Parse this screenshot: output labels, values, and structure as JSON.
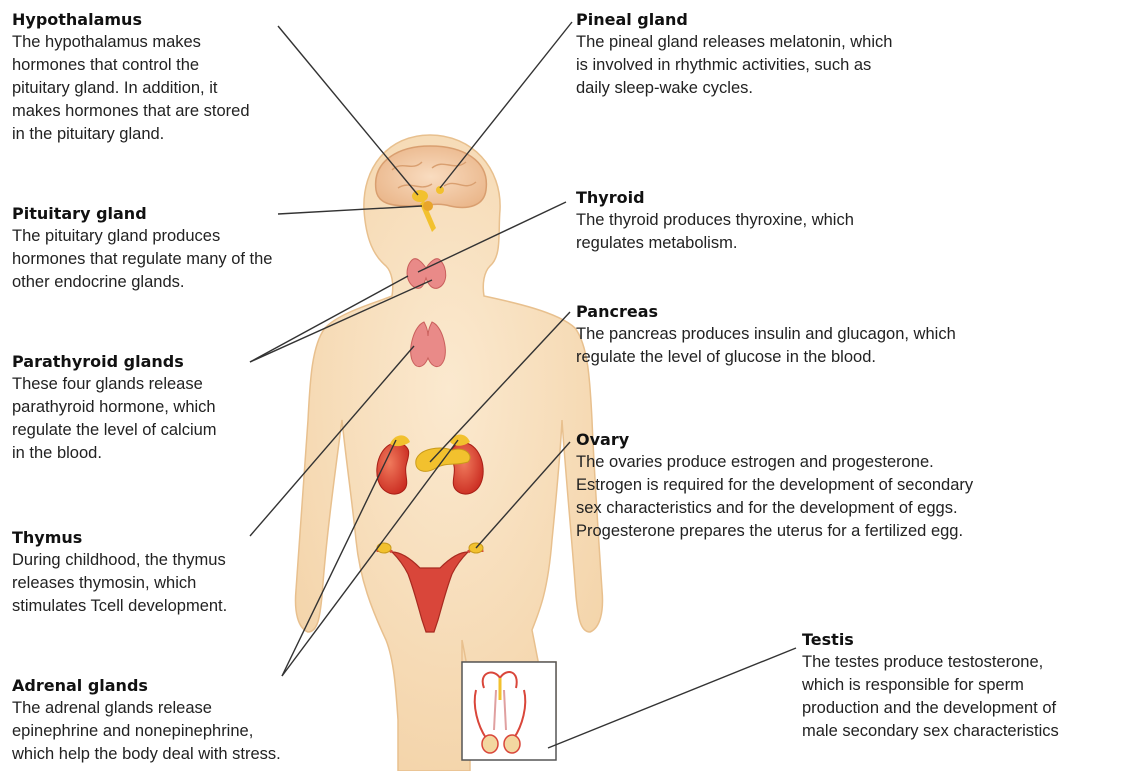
{
  "labels": {
    "hypothalamus": {
      "title": "Hypothalamus",
      "text": "The hypothalamus makes\nhormones that control the\npituitary gland.  In addition, it\nmakes hormones that are stored\nin the pituitary gland."
    },
    "pituitary": {
      "title": "Pituitary gland",
      "text": "The pituitary gland produces\nhormones that regulate many of the\nother endocrine glands."
    },
    "parathyroid": {
      "title": "Parathyroid glands",
      "text": "These four glands release\nparathyroid hormone, which\nregulate the level of calcium\nin the blood."
    },
    "thymus": {
      "title": "Thymus",
      "text": "During childhood, the thymus\nreleases thymosin, which\nstimulates Tcell development."
    },
    "adrenal": {
      "title": "Adrenal glands",
      "text": "The adrenal glands release\nepinephrine and nonepinephrine,\nwhich help the body deal with stress."
    },
    "pineal": {
      "title": "Pineal gland",
      "text": "The pineal gland releases melatonin, which\nis involved in rhythmic activities, such as\ndaily sleep-wake cycles."
    },
    "thyroid": {
      "title": "Thyroid",
      "text": "The thyroid produces thyroxine, which\nregulates metabolism."
    },
    "pancreas": {
      "title": "Pancreas",
      "text": "The pancreas produces insulin and glucagon, which\nregulate the level of glucose in the blood."
    },
    "ovary": {
      "title": "Ovary",
      "text": "The ovaries produce estrogen and progesterone.\nEstrogen is required for the development of secondary\nsex characteristics and for the development of eggs.\nProgesterone prepares the uterus for a fertilized egg."
    },
    "testis": {
      "title": "Testis",
      "text": "The testes produce testosterone,\nwhich is responsible for sperm\nproduction and the development of\nmale secondary sex characteristics"
    }
  },
  "colors": {
    "skin": "#f7dcb4",
    "skin_outline": "#e8c08e",
    "brain": "#f3c9a0",
    "gland_red": "#d9463a",
    "gland_pink": "#e98a88",
    "pancreas_yellow": "#f2c12e",
    "leader_line": "#333333"
  }
}
